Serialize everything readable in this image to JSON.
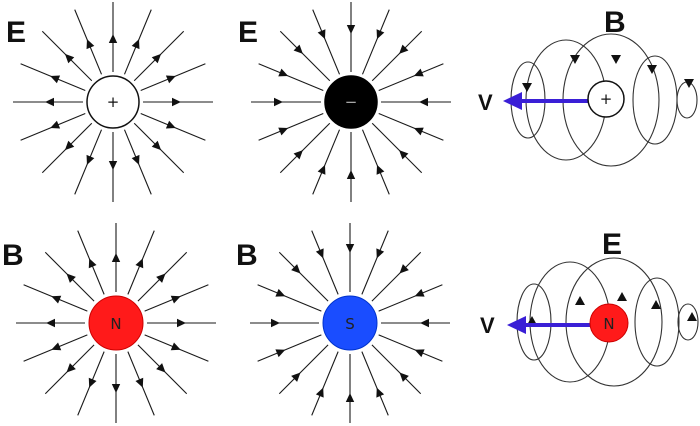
{
  "panels": [
    {
      "id": "e-positive",
      "label": "E",
      "charge_symbol": "+",
      "fill": "#ffffff",
      "text_color": "#111111",
      "direction": "outward"
    },
    {
      "id": "e-negative",
      "label": "E",
      "charge_symbol": "−",
      "fill": "#000000",
      "text_color": "#aaaaaa",
      "direction": "inward"
    },
    {
      "id": "b-moving-charge",
      "label": "B",
      "charge_symbol": "+",
      "fill": "#ffffff",
      "text_color": "#111111",
      "velocity_label": "V"
    },
    {
      "id": "b-north",
      "label": "B",
      "charge_symbol": "N",
      "fill": "#ff1a1a",
      "text_color": "#222222",
      "direction": "outward"
    },
    {
      "id": "b-south",
      "label": "B",
      "charge_symbol": "S",
      "fill": "#1a4dff",
      "text_color": "#222222",
      "direction": "inward"
    },
    {
      "id": "e-moving-monopole",
      "label": "E",
      "charge_symbol": "N",
      "fill": "#ff1a1a",
      "text_color": "#222222",
      "velocity_label": "V"
    }
  ],
  "colors": {
    "velocity_arrow": "#3a1fd6",
    "field_line": "#1a1a1a"
  }
}
